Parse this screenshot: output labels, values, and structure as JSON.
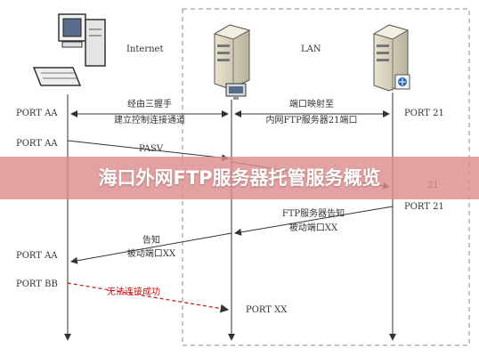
{
  "diagram": {
    "zones": {
      "internet": "Internet",
      "lan": "LAN"
    },
    "left_ports": {
      "aa1": "PORT AA",
      "aa2": "PORT AA",
      "aa3": "PORT AA",
      "bb": "PORT BB"
    },
    "right_ports": {
      "p21_a": "PORT 21",
      "p21_b": "21",
      "p21_c": "PORT 21"
    },
    "messages": {
      "handshake_line1": "经由三握手",
      "handshake_line2": "建立控制连接通道",
      "portmap_line1": "端口映射至",
      "portmap_line2": "内网FTP服务器21端口",
      "pasv": "PASV",
      "ftp_notify_line1": "FTP服务器告知",
      "ftp_notify_line2": "被动端口XX",
      "notify_line1": "告知",
      "notify_line2": "被动端口XX",
      "fail": "无法连接成功",
      "port_xx": "PORT XX"
    },
    "banner_title": "海口外网FTP服务器托管服务概览",
    "colors": {
      "banner": "#de8c8c",
      "fail_text": "#cc1111",
      "zone_border": "#888888"
    }
  }
}
